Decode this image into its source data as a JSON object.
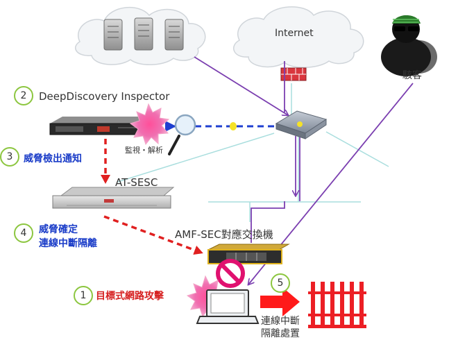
{
  "labels": {
    "internet": "Internet",
    "hacker": "駭客",
    "step2": "DeepDiscovery Inspector",
    "monitor": "監視・解析",
    "step3": "威脅檢出通知",
    "at_sesc": "AT-SESC",
    "step4_line1": "威脅確定",
    "step4_line2": "連線中斷隔離",
    "amf_sec": "AMF-SEC對應交換機",
    "step1": "目標式網路攻擊",
    "step5_line1": "連線中斷",
    "step5_line2": "隔離處置"
  },
  "steps": {
    "s1": "1",
    "s2": "2",
    "s3": "3",
    "s4": "4",
    "s5": "5"
  },
  "colors": {
    "purple": "#7b3fb0",
    "red_arrow": "#e02020",
    "blue_arrow": "#1e3fd0",
    "cyan_line": "#a9dede",
    "circle_border": "#8cc63f"
  }
}
